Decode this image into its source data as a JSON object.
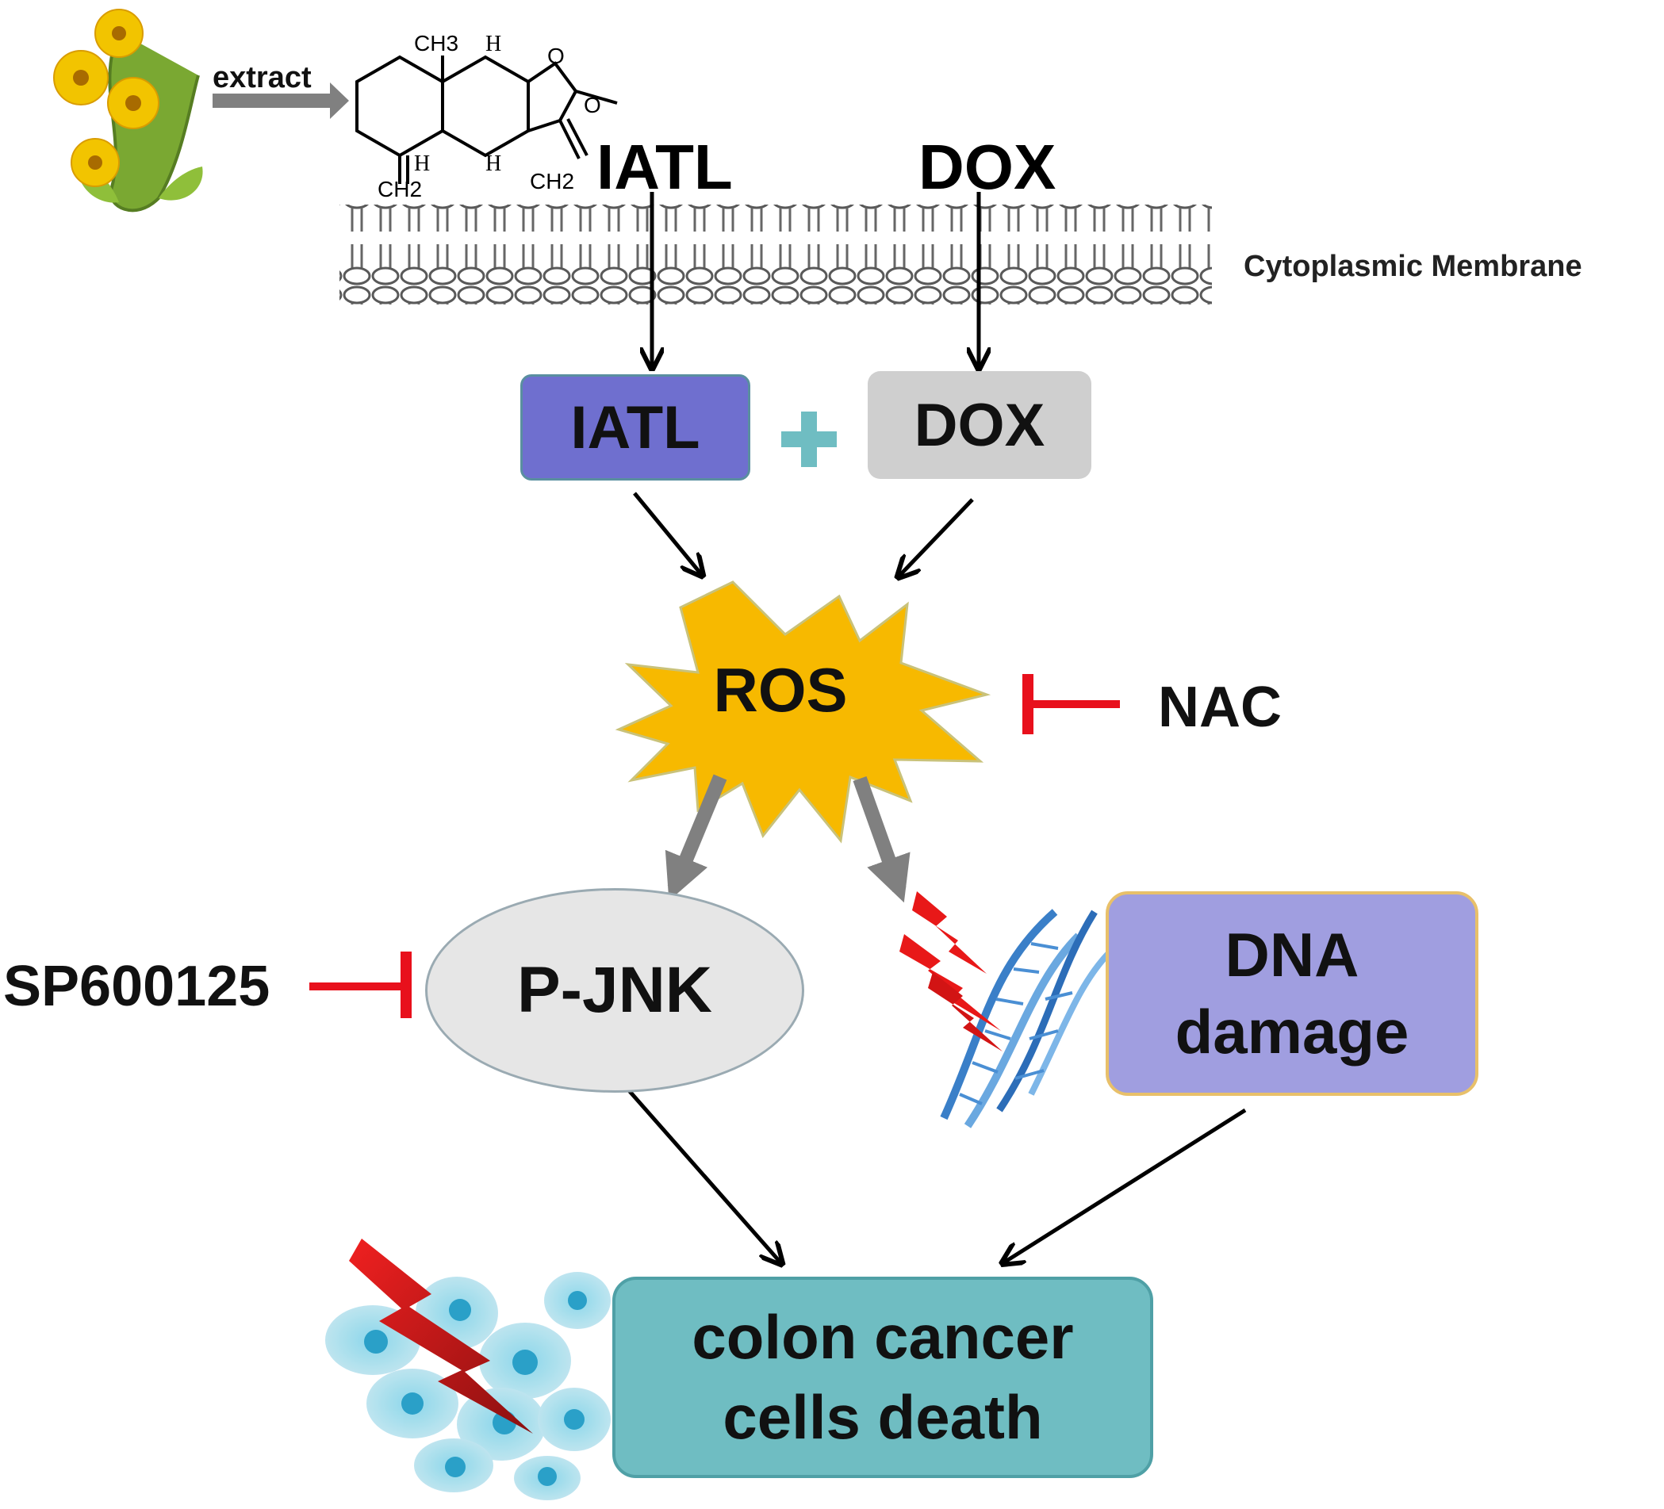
{
  "diagram": {
    "extract_label": "extract",
    "molecule": {
      "ch3_top": "CH3",
      "h_top": "H",
      "o_ring": "O",
      "o_carbonyl": "O",
      "h_left": "H",
      "h_right": "H",
      "ch2_left": "CH2",
      "ch2_right": "CH2"
    },
    "top_labels": {
      "iatl": "IATL",
      "dox": "DOX"
    },
    "membrane_label": "Cytoplasmic Membrane",
    "boxes": {
      "iatl": "IATL",
      "dox": "DOX",
      "plus": "+",
      "ros": "ROS",
      "pjnk": "P-JNK",
      "dna_line1": "DNA",
      "dna_line2": "damage",
      "death_line1": "colon cancer",
      "death_line2": "cells death"
    },
    "inhibitors": {
      "nac": "NAC",
      "sp600125": "SP600125"
    },
    "colors": {
      "iatl_box": "#6f6fcf",
      "dox_box": "#cfcfcf",
      "ros_burst": "#f7b900",
      "pjnk_ellipse": "#e6e6e6",
      "dna_box": "#a09ee0",
      "death_box": "#6fbdc2",
      "inhibitor": "#e8101c",
      "plus": "#6fbdc2"
    },
    "icons": [
      "flower-plant-image",
      "dna-helix-image",
      "cancer-cells-image",
      "lightning-bolt-icon"
    ]
  }
}
